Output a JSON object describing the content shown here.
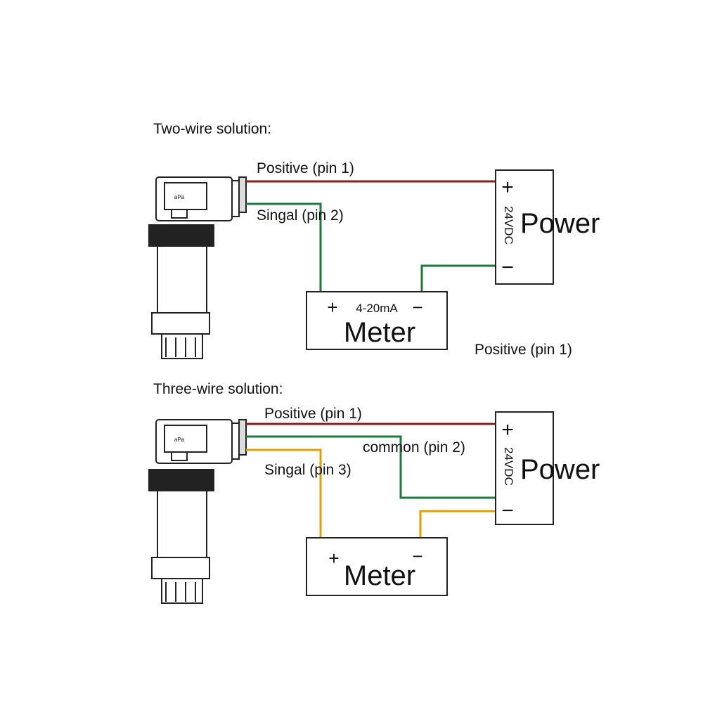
{
  "colors": {
    "positive_wire": "#8b1a1a",
    "common_wire": "#1a7a3a",
    "signal_wire": "#e0a100",
    "outline": "#222222"
  },
  "two_wire": {
    "title": "Two-wire solution:",
    "positive_label": "Positive  (pin 1)",
    "signal_label": "Singal (pin 2)",
    "stray_label": "Positive  (pin 1)",
    "power": {
      "plus": "+",
      "voltage": "24VDC",
      "minus": "−",
      "label": "Power"
    },
    "meter": {
      "plus": "+",
      "range": "4-20mA",
      "minus": "−",
      "label": "Meter"
    }
  },
  "three_wire": {
    "title": "Three-wire solution:",
    "positive_label": "Positive  (pin 1)",
    "common_label": "common (pin 2)",
    "signal_label": "Singal (pin 3)",
    "power": {
      "plus": "+",
      "voltage": "24VDC",
      "minus": "−",
      "label": "Power"
    },
    "meter": {
      "plus": "+",
      "minus": "−",
      "label": "Meter"
    }
  },
  "sensor": {
    "face_text": "aPa"
  }
}
